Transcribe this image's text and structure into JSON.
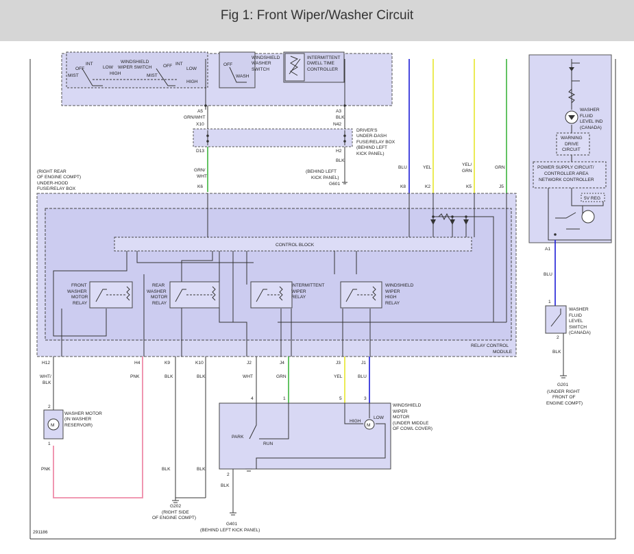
{
  "header": {
    "title": "Fig 1: Front Wiper/Washer Circuit"
  },
  "colors": {
    "header_bg": "#d6d6d6",
    "panel_fill": "#d8d8f4",
    "wire_blu": "#1a1ad6",
    "wire_yel": "#e6e62a",
    "wire_grn": "#3cb43c",
    "wire_pnk": "#ee8aa8",
    "wire_blk": "#333333"
  },
  "top_left_switch": {
    "int": "INT",
    "low": "LOW",
    "off": "OFF",
    "mist": "MIST",
    "high": "HIGH",
    "title_1": "WINDSHIELD",
    "title_2": "WIPER SWITCH",
    "int2": "INT",
    "off2": "OFF",
    "low2": "LOW",
    "mist2": "MIST",
    "high2": "HIGH"
  },
  "washer_switch": {
    "line1": "WINDSHIELD",
    "line2": "WASHER",
    "line3": "SWITCH",
    "off": "OFF",
    "wash": "WASH"
  },
  "dwell": {
    "line1": "INTERMITTENT",
    "line2": "DWELL TIME",
    "line3": "CONTROLLER"
  },
  "top_pins": {
    "a5": "A5",
    "a3": "A3",
    "grn_wht": "GRN/WHT",
    "blk": "BLK",
    "x10": "X10",
    "n42": "N42",
    "d13": "D13",
    "h2": "H2",
    "blk2": "BLK"
  },
  "drivers_box": {
    "line1": "DRIVER'S",
    "line2": "UNDER-DASH",
    "line3": "FUSE/RELAY BOX",
    "line4": "(BEHIND LEFT",
    "line5": "KICK PANEL)"
  },
  "g601": {
    "line1": "(BEHIND LEFT",
    "line2": "KICK PANEL)",
    "id": "G601"
  },
  "underhood": {
    "line1": "(RIGHT REAR",
    "line2": "OF ENGINE COMPT)",
    "line3": "UNDER-HOOD",
    "line4": "FUSE/RELAY BOX"
  },
  "mid_wires": {
    "grn1": "GRN/",
    "grn2": "WHT",
    "k6": "K6",
    "blu": "BLU",
    "yel": "YEL",
    "yelgrn1": "YEL/",
    "yelgrn2": "GRN",
    "grn": "GRN",
    "k8": "K8",
    "k2": "K2",
    "k5": "K5",
    "j5": "J5"
  },
  "relay_module": {
    "control_block": "CONTROL BLOCK",
    "front_relay": [
      "FRONT",
      "WASHER",
      "MOTOR",
      "RELAY"
    ],
    "rear_relay": [
      "REAR",
      "WASHER",
      "MOTOR",
      "RELAY"
    ],
    "int_relay": [
      "INTERMITTENT",
      "WIPER",
      "RELAY"
    ],
    "high_relay": [
      "WINDSHIELD",
      "WIPER",
      "HIGH",
      "RELAY"
    ],
    "label_1": "RELAY CONTROL",
    "label_2": "MODULE"
  },
  "bottom_pins": {
    "h12": "H12",
    "h4": "H4",
    "k9": "K9",
    "k10": "K10",
    "j2": "J2",
    "j4": "J4",
    "j3": "J3",
    "j1": "J1"
  },
  "bottom_wires": {
    "whtblk1": "WHT/",
    "whtblk2": "BLK",
    "pnk": "PNK",
    "blk1": "BLK",
    "blk2": "BLK",
    "wht": "WHT",
    "grn": "GRN",
    "yel": "YEL",
    "blu": "BLU"
  },
  "washer_motor": {
    "pin2": "2",
    "pin1": "1",
    "motor": "M",
    "line1": "WASHER MOTOR",
    "line2": "(IN WASHER",
    "line3": "RESERVOIR)",
    "pnk": "PNK"
  },
  "wiper_motor": {
    "pin4": "4",
    "pin1": "1",
    "pin5": "5",
    "pin3": "3",
    "pin2": "2",
    "park": "PARK",
    "run": "RUN",
    "high": "HIGH",
    "low": "LOW",
    "motor": "M",
    "line1": "WINDSHIELD",
    "line2": "WIPER",
    "line3": "MOTOR",
    "line4": "(UNDER MIDDLE",
    "line5": "OF COWL COVER)"
  },
  "grounds": {
    "blk1": "BLK",
    "blk2": "BLK",
    "blk3": "BLK",
    "g202": "G202",
    "g202_1": "(RIGHT SIDE",
    "g202_2": "OF ENGINE COMPT)",
    "g401": "G401",
    "g401_1": "(BEHIND LEFT KICK PANEL)"
  },
  "right_panel": {
    "fluid1": "WASHER",
    "fluid2": "FLUID",
    "fluid3": "LEVEL IND",
    "fluid4": "(CANADA)",
    "warn1": "WARNING",
    "warn2": "DRIVE",
    "warn3": "CIRCUIT",
    "psu1": "POWER SUPPLY CIRCUIT/",
    "psu2": "CONTROLLER AREA",
    "psu3": "NETWORK CONTROLLER",
    "reg": "5V REG",
    "a1": "A1",
    "blu": "BLU"
  },
  "level_switch": {
    "pin1": "1",
    "pin2": "2",
    "line1": "WASHER",
    "line2": "FLUID",
    "line3": "LEVEL",
    "line4": "SWITCH",
    "line5": "(CANADA)",
    "blk": "BLK"
  },
  "g201": {
    "id": "G201",
    "line1": "(UNDER RIGHT",
    "line2": "FRONT OF",
    "line3": "ENGINE COMPT)"
  },
  "figure_id": "291186"
}
